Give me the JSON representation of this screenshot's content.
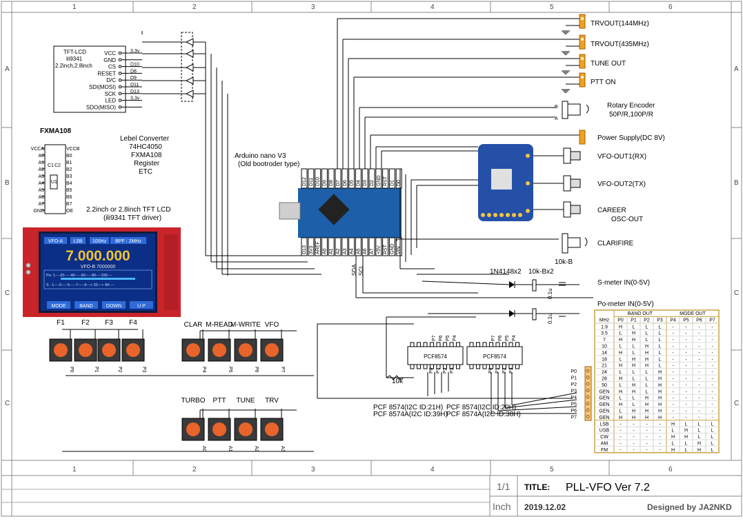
{
  "frame": {
    "cols": [
      "1",
      "2",
      "3",
      "4",
      "5",
      "6"
    ],
    "rows": [
      "A",
      "B",
      "C",
      "C"
    ]
  },
  "title_block": {
    "sheet": "1/1",
    "title_label": "TITLE:",
    "title": "PLL-VFO  Ver 7.2",
    "unit": "Inch",
    "date": "2019.12.02",
    "designer": "Designed by JA2NKD"
  },
  "tft_header": {
    "title": "TFT-LCD",
    "l2": "ili9341",
    "l3": "2.2inch,2.8inch",
    "pins": [
      "VCC",
      "GND",
      "CS",
      "RESET",
      "D/C",
      "SDI(MOSI)",
      "SCK",
      "LED",
      "SDO(MISO)"
    ],
    "nets": [
      "3.3v",
      "",
      "D10",
      "D8",
      "D9",
      "D11",
      "D13",
      "3.3v",
      ""
    ]
  },
  "fxma": {
    "title": "FXMA108",
    "left_pins": [
      "VCCA",
      "A0",
      "A1",
      "A2",
      "A3",
      "A4",
      "A5",
      "A6",
      "A7",
      "GND"
    ],
    "right_pins": [
      "VCCB",
      "B0",
      "B1",
      "B2",
      "B3",
      "B4",
      "B5",
      "B6",
      "B7",
      "OE"
    ],
    "caps": [
      "C1",
      "C2"
    ],
    "ic": "U1"
  },
  "level_conv": [
    "Lebel Converter",
    "74HC4050",
    "FXMA108",
    "Register",
    "ETC"
  ],
  "lcd_label": [
    "2.2inch or 2.8inch TFT LCD",
    "(ili9341 TFT driver)"
  ],
  "lcd_screen": {
    "top": [
      "VFO-A",
      "LSB",
      "100Hz",
      "BPF : 2MHz"
    ],
    "freq": "7.000.000",
    "vfob": "VFO-B  7000000",
    "po": "Po: 1----20-----40-----60-----80----100----",
    "s": "S : 1----3-----5-----7-----9---+ 20---+ 40----",
    "bottom": [
      "MODE",
      "BAND",
      "DOWN",
      "U   P"
    ]
  },
  "arduino": {
    "label": [
      "Arduino nano V3",
      "(Old bootroder type)"
    ],
    "top_pins": [
      "D12",
      "D11",
      "D10",
      "D9",
      "D8",
      "D7",
      "D6",
      "D5",
      "D4",
      "D3",
      "D2",
      "GND",
      "RST",
      "D1",
      "D0"
    ],
    "bottom_pins": [
      "D13",
      "3V3",
      "AREF",
      "A0",
      "A1",
      "A2",
      "A3",
      "A4",
      "A5",
      "A6",
      "A7",
      "+5V",
      "RST",
      "GND",
      "VIN"
    ],
    "sda": "SDA",
    "scl": "SCL"
  },
  "outputs": [
    "TRVOUT(144MHz)",
    "TRVOUT(435MHz)",
    "TUNE OUT",
    "PTT ON"
  ],
  "encoder": {
    "label": "Rotary Encoder",
    "sub": "50P/R,100P/R",
    "a": "A",
    "b": "B"
  },
  "power": "Power Supply(DC 8V)",
  "si_outputs": [
    "VFO-OUT1(RX)",
    "VFO-OUT2(TX)",
    "CAREER",
    "OSC-OUT"
  ],
  "clarifire": {
    "label": "CLARIFIRE",
    "pot": "10k-B"
  },
  "meter": {
    "diodes": "1N4148x2",
    "pots": "10k-Bx2",
    "cap": "0.1u",
    "s": "S-meter IN(0-5V)",
    "po": "Po-meter IN(0-5V)"
  },
  "pcf": [
    {
      "name": "PCF8574",
      "id1": "PCF 8574(I2C ID:21H)",
      "id2": "PCF 8574A(I2C ID:39H)",
      "pins_top": [
        "P7",
        "P6",
        "P5",
        "P4"
      ],
      "pins_bot": [
        "P0",
        "P1",
        "P2",
        "P3"
      ]
    },
    {
      "name": "PCF8574",
      "id1": "PCF 8574(I2C ID:20H)",
      "id2": "PCF 8574A(I2C ID:38H)",
      "pins_top": [
        "P7",
        "P6",
        "P5",
        "P4"
      ],
      "pins_bot": [
        "P0",
        "P1",
        "P2",
        "P3"
      ]
    }
  ],
  "pullup": "10k",
  "buttons_f": {
    "labels": [
      "F1",
      "F2",
      "F3",
      "F4"
    ],
    "nets": [
      "P0",
      "P1",
      "P2",
      "P3"
    ]
  },
  "buttons_m": {
    "labels": [
      "CLAR",
      "M-READ",
      "M-WRITE",
      "VFO"
    ],
    "nets": [
      "P4",
      "P5",
      "P6",
      "P7"
    ]
  },
  "buttons_t": {
    "labels": [
      "TURBO",
      "PTT",
      "TUNE",
      "TRV"
    ],
    "nets": [
      "A0",
      "A1",
      "A2",
      "A3"
    ]
  },
  "port_labels": [
    "P0",
    "P1",
    "P2",
    "P3",
    "P4",
    "P5",
    "P6",
    "P7"
  ],
  "table": {
    "group_headers": [
      "BAND OUT",
      "MODE OUT"
    ],
    "headers": [
      "MHz",
      "P0",
      "P1",
      "P2",
      "P3",
      "P4",
      "P5",
      "P6",
      "P7"
    ],
    "rows": [
      [
        "1.9",
        "H",
        "L",
        "L",
        "L",
        "-",
        "-",
        "-",
        "-"
      ],
      [
        "3.5",
        "L",
        "H",
        "L",
        "L",
        "-",
        "-",
        "-",
        "-"
      ],
      [
        "7",
        "H",
        "H",
        "L",
        "L",
        "-",
        "-",
        "-",
        "-"
      ],
      [
        "10",
        "L",
        "L",
        "H",
        "L",
        "-",
        "-",
        "-",
        "-"
      ],
      [
        "14",
        "H",
        "L",
        "H",
        "L",
        "-",
        "-",
        "-",
        "-"
      ],
      [
        "18",
        "L",
        "H",
        "H",
        "L",
        "-",
        "-",
        "-",
        "-"
      ],
      [
        "21",
        "H",
        "H",
        "H",
        "L",
        "-",
        "-",
        "-",
        "-"
      ],
      [
        "24",
        "L",
        "L",
        "L",
        "H",
        "-",
        "-",
        "-",
        "-"
      ],
      [
        "28",
        "H",
        "L",
        "L",
        "H",
        "-",
        "-",
        "-",
        "-"
      ],
      [
        "50",
        "L",
        "H",
        "L",
        "H",
        "-",
        "-",
        "-",
        "-"
      ],
      [
        "GEN",
        "H",
        "H",
        "L",
        "H",
        "-",
        "-",
        "-",
        "-"
      ],
      [
        "GEN",
        "L",
        "L",
        "H",
        "H",
        "-",
        "-",
        "-",
        "-"
      ],
      [
        "GEN",
        "H",
        "L",
        "H",
        "H",
        "-",
        "-",
        "-",
        "-"
      ],
      [
        "GEN",
        "L",
        "H",
        "H",
        "H",
        "-",
        "-",
        "-",
        "-"
      ],
      [
        "GEN",
        "H",
        "H",
        "H",
        "H",
        "-",
        "-",
        "-",
        "-"
      ],
      [
        "LSB",
        "-",
        "-",
        "-",
        "-",
        "H",
        "L",
        "L",
        "L"
      ],
      [
        "USB",
        "-",
        "-",
        "-",
        "-",
        "L",
        "H",
        "L",
        "L"
      ],
      [
        "CW",
        "-",
        "-",
        "-",
        "-",
        "H",
        "H",
        "L",
        "L"
      ],
      [
        "AM",
        "-",
        "-",
        "-",
        "-",
        "L",
        "L",
        "H",
        "L"
      ],
      [
        "FM",
        "-",
        "-",
        "-",
        "-",
        "H",
        "L",
        "H",
        "L"
      ]
    ]
  },
  "colors": {
    "wire": "#000000",
    "connector": "#f0a020",
    "button": "#e8642a",
    "lcd_red": "#d62828",
    "lcd_blue": "#123a9a",
    "table_border": "#c8a040",
    "frame": "#888888"
  }
}
